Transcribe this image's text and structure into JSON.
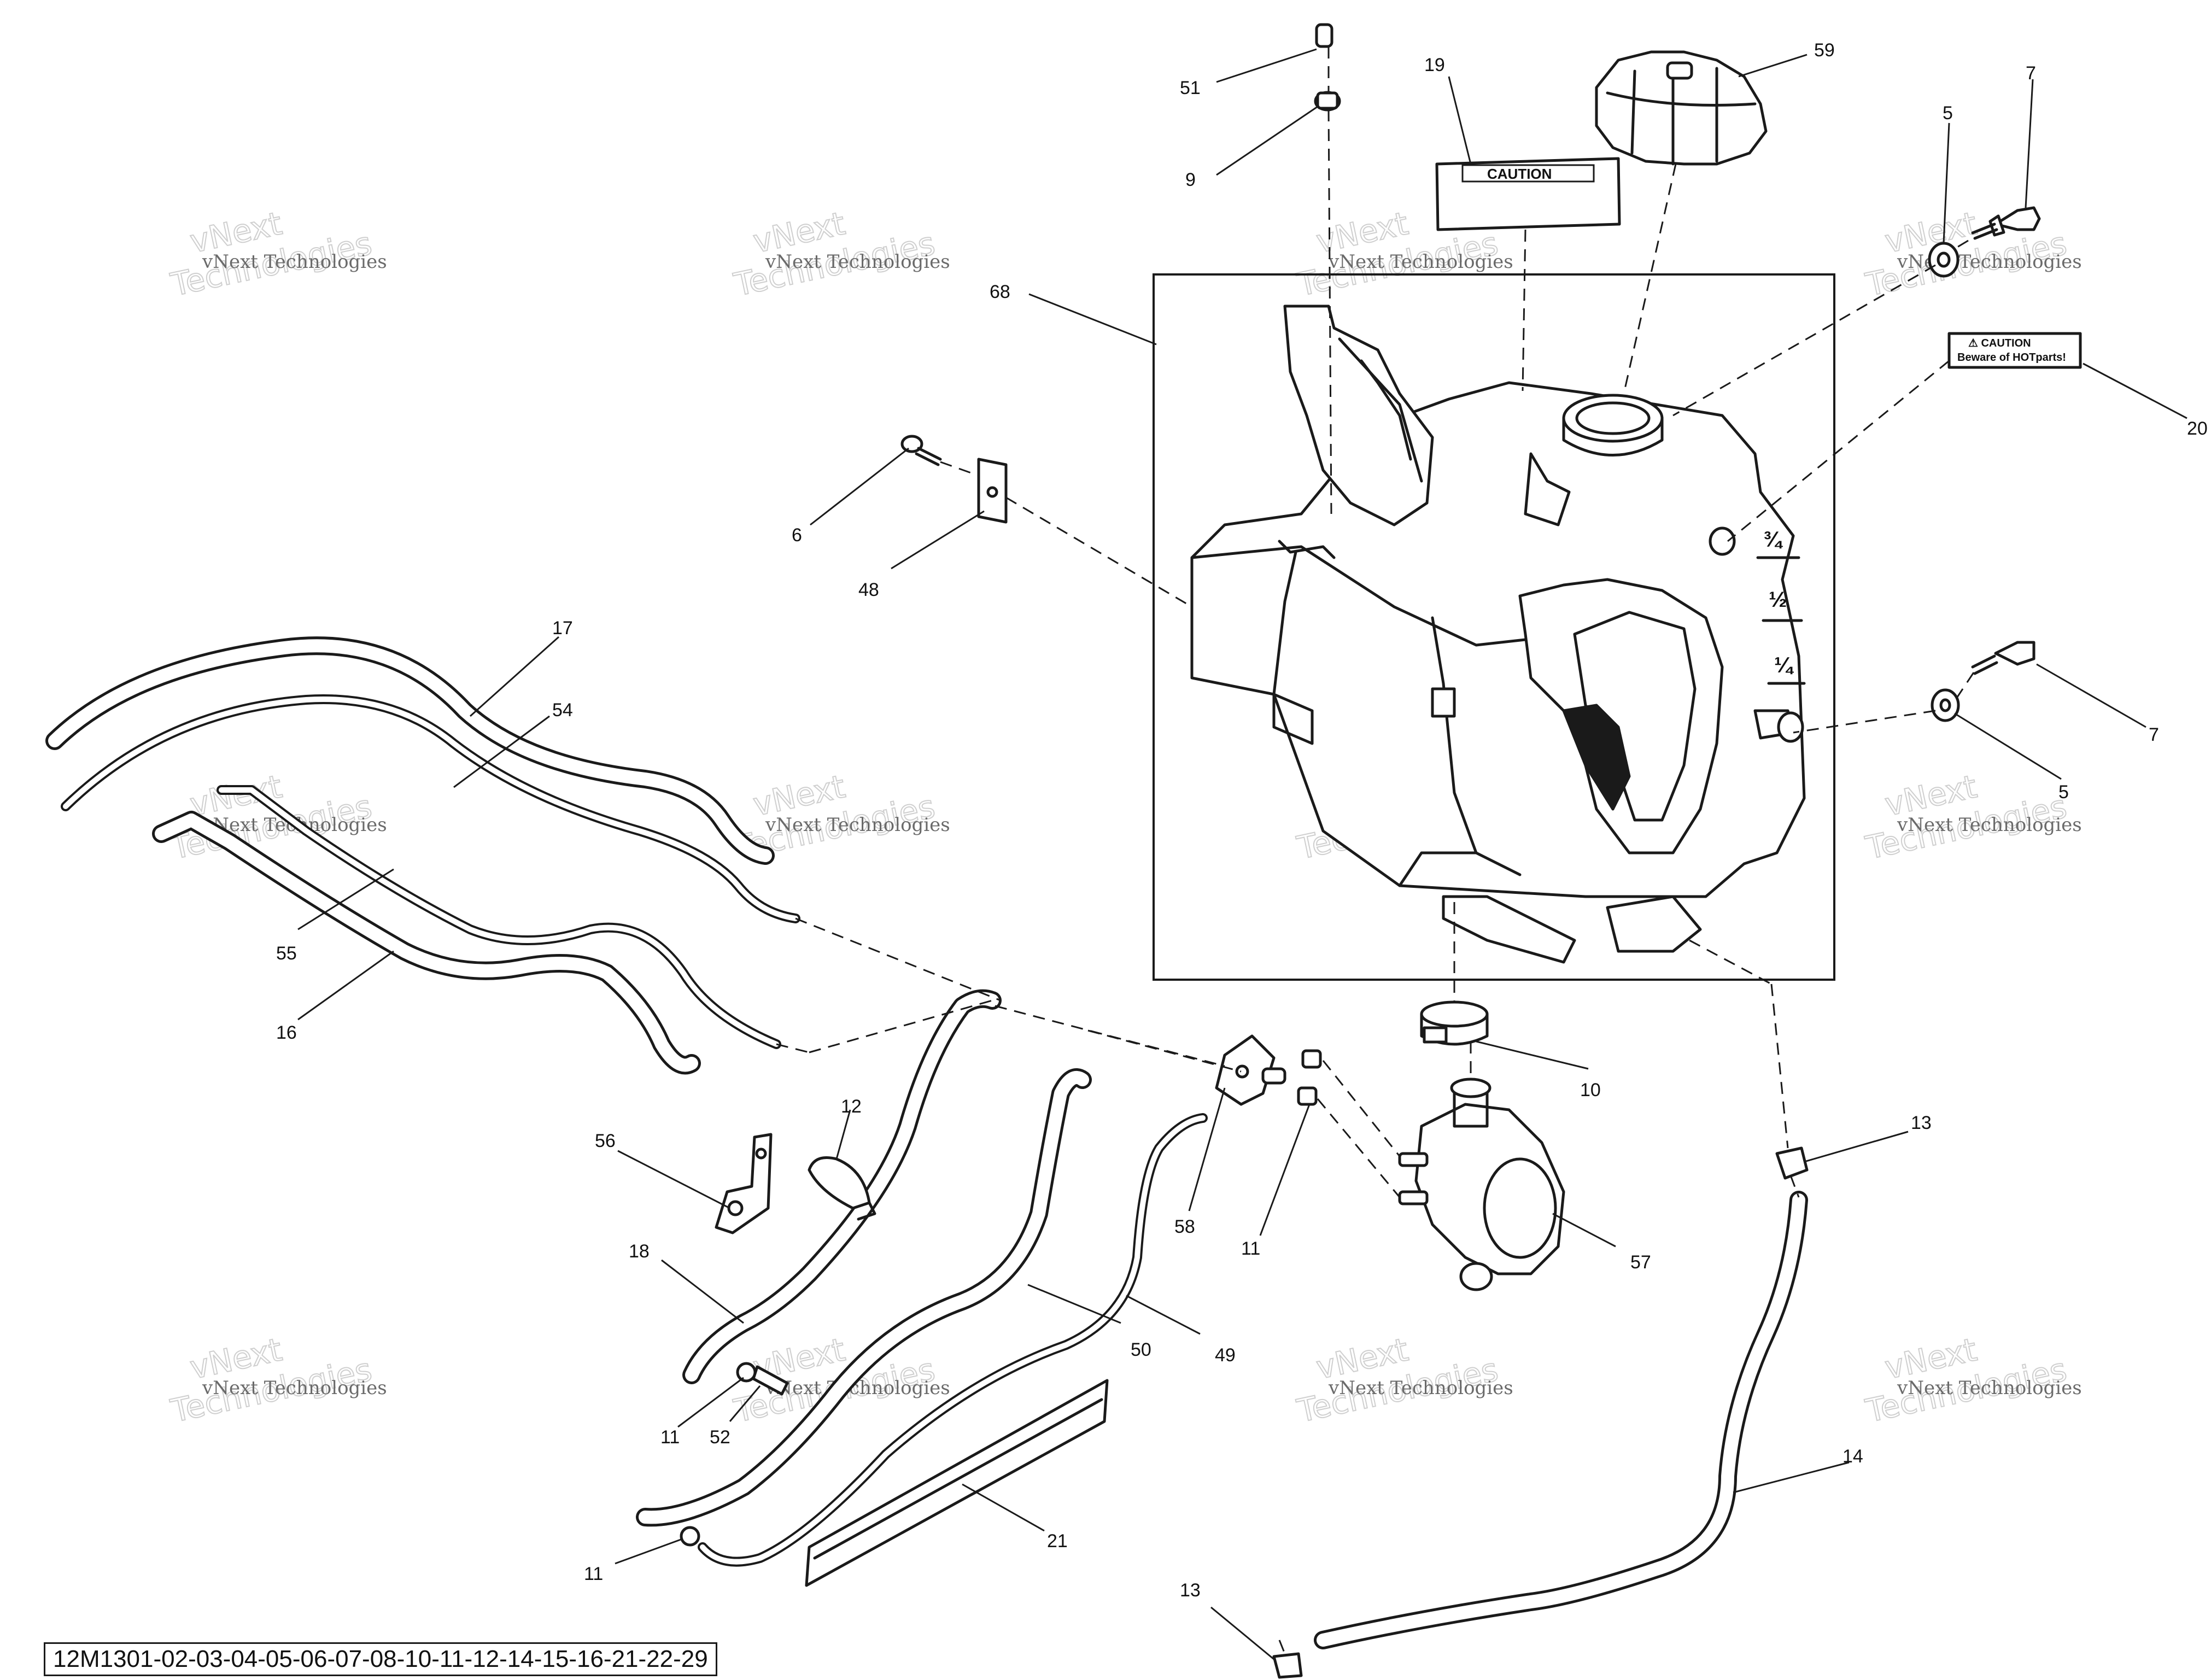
{
  "callouts": {
    "n51": "51",
    "n9": "9",
    "n19": "19",
    "n59": "59",
    "n7a": "7",
    "n5a": "5",
    "n68": "68",
    "n20": "20",
    "n6": "6",
    "n48": "48",
    "n17": "17",
    "n54": "54",
    "n7b": "7",
    "n5b": "5",
    "n55": "55",
    "n16": "16",
    "n12": "12",
    "n56": "56",
    "n10": "10",
    "n13a": "13",
    "n58": "58",
    "n11a": "11",
    "n57": "57",
    "n18": "18",
    "n50": "50",
    "n49": "49",
    "n11b": "11",
    "n52": "52",
    "n14": "14",
    "n11c": "11",
    "n21": "21",
    "n13b": "13"
  },
  "labels": {
    "caution_sticker": "CAUTION",
    "hot_sticker_title": "⚠ CAUTION",
    "hot_sticker_body": "Beware of HOTparts!",
    "gauge_three_quarter": "¾",
    "gauge_half": "½",
    "gauge_quarter": "¼"
  },
  "watermark": {
    "line1": "vNext Technologies",
    "line2": "vNext",
    "line3": "Technologies"
  },
  "reference_code": "12M1301-02-03-04-05-06-07-08-10-11-12-14-15-16-21-22-29"
}
